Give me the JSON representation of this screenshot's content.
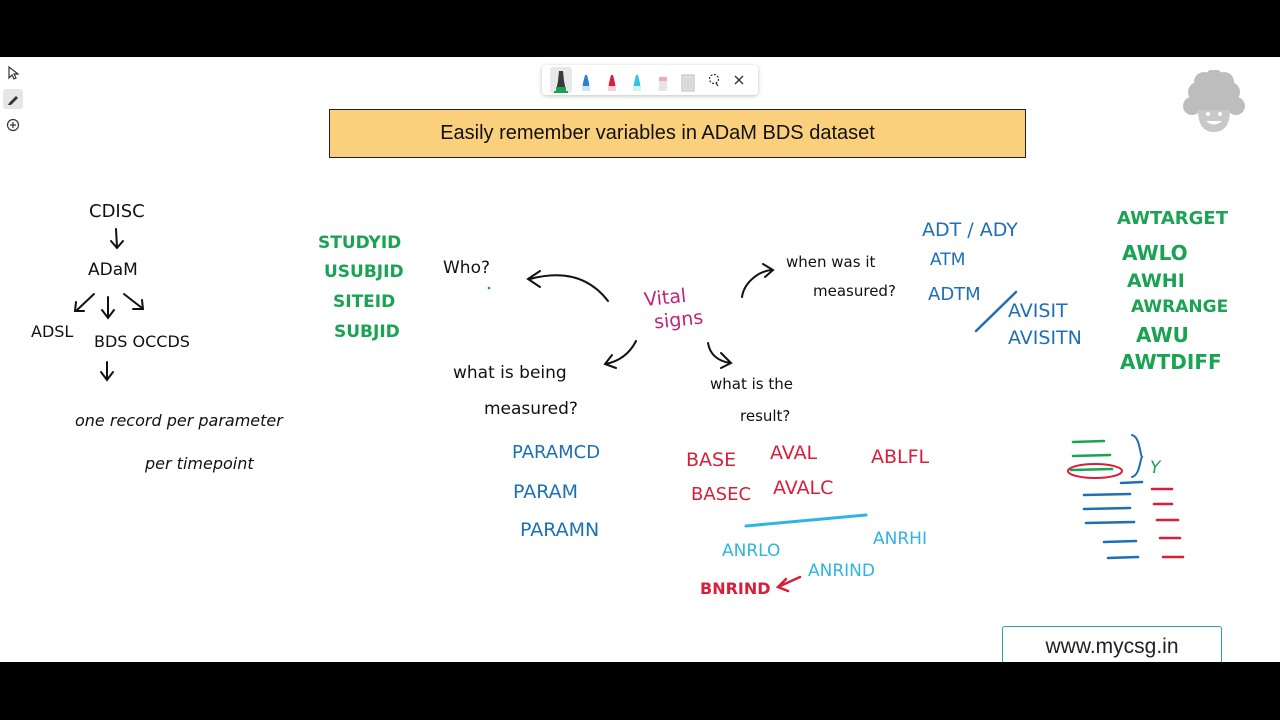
{
  "title": "Easily remember variables in ADaM BDS dataset",
  "website": "www.mycsg.in",
  "icons": {
    "select_tool": "pointer-icon",
    "pen_tool": "pen-icon",
    "add_tool": "add-circle-icon",
    "lasso": "lasso-icon",
    "close": "close-icon",
    "avatar": "avatar-icon"
  },
  "colors": {
    "title_bg": "#fbd07c",
    "ink_green": "#19a352",
    "ink_blue": "#1d6fb6",
    "ink_red": "#d91e3a",
    "ink_cyan": "#2fb4e3",
    "ink_purple": "#c0247a",
    "url_border": "#2aa595"
  },
  "pens": [
    {
      "name": "green-pen",
      "color": "#19a352",
      "active": true
    },
    {
      "name": "blue-pen",
      "color": "#2f7fd0",
      "active": false
    },
    {
      "name": "red-pen",
      "color": "#d91e3a",
      "active": false
    },
    {
      "name": "cyan-pen",
      "color": "#2fc6e0",
      "active": false
    },
    {
      "name": "pink-highlighter",
      "color": "#f4a7ae",
      "active": false
    },
    {
      "name": "eraser",
      "color": "#cfcfcf",
      "active": false
    }
  ],
  "flow": {
    "cdisc": "CDISC",
    "adam": "ADaM",
    "adsl": "ADSL",
    "bds": "BDS OCCDS",
    "one_record": "one record per parameter",
    "per_timepoint": "per timepoint"
  },
  "center": {
    "vital": "Vital",
    "signs": "signs"
  },
  "who": {
    "question": "Who?",
    "vars": [
      "STUDYID",
      "USUBJID",
      "SITEID",
      "SUBJID"
    ]
  },
  "when": {
    "question_line1": "when was it",
    "question_line2": "measured?",
    "vars": [
      "ADT / ADY",
      "ATM",
      "ADTM",
      "AVISIT",
      "AVISITN"
    ]
  },
  "window_vars": [
    "AWTARGET",
    "AWLO",
    "AWHI",
    "AWRANGE",
    "AWU",
    "AWTDIFF"
  ],
  "what": {
    "question_line1": "what is being",
    "question_line2": "measured?",
    "vars": [
      "PARAMCD",
      "PARAM",
      "PARAMN"
    ]
  },
  "result": {
    "question_line1": "what is the",
    "question_line2": "result?",
    "red_vars": [
      "BASE",
      "AVAL",
      "ABLFL",
      "BASEC",
      "AVALC"
    ],
    "cyan_vars": [
      "ANRLO",
      "ANRHI",
      "ANRIND"
    ],
    "bnrind": "BNRIND"
  },
  "flag_note": "Y"
}
